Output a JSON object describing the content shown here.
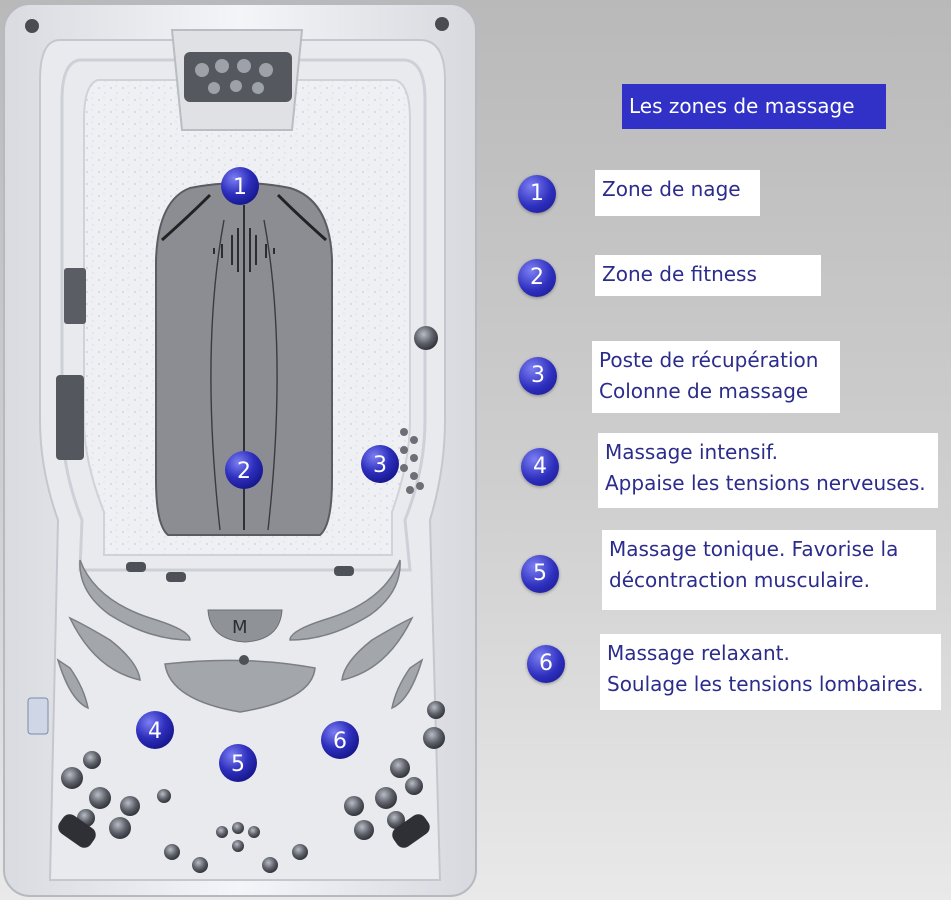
{
  "colors": {
    "accent": "#3131c8",
    "text": "#2c2c8c",
    "marker": "#2e2fbe"
  },
  "legend": {
    "title": "Les zones de massage",
    "zones": [
      {
        "number": "1",
        "lines": [
          "Zone de nage"
        ]
      },
      {
        "number": "2",
        "lines": [
          "Zone de fitness"
        ]
      },
      {
        "number": "3",
        "lines": [
          "Poste de récupération",
          "Colonne de massage"
        ]
      },
      {
        "number": "4",
        "lines": [
          "Massage intensif.",
          "Appaise les tensions nerveuses."
        ]
      },
      {
        "number": "5",
        "lines": [
          "Massage tonique. Favorise la",
          "décontraction musculaire."
        ]
      },
      {
        "number": "6",
        "lines": [
          "Massage relaxant.",
          "Soulage les tensions lombaires."
        ]
      }
    ]
  },
  "spa_markers": [
    "1",
    "2",
    "3",
    "4",
    "5",
    "6"
  ]
}
